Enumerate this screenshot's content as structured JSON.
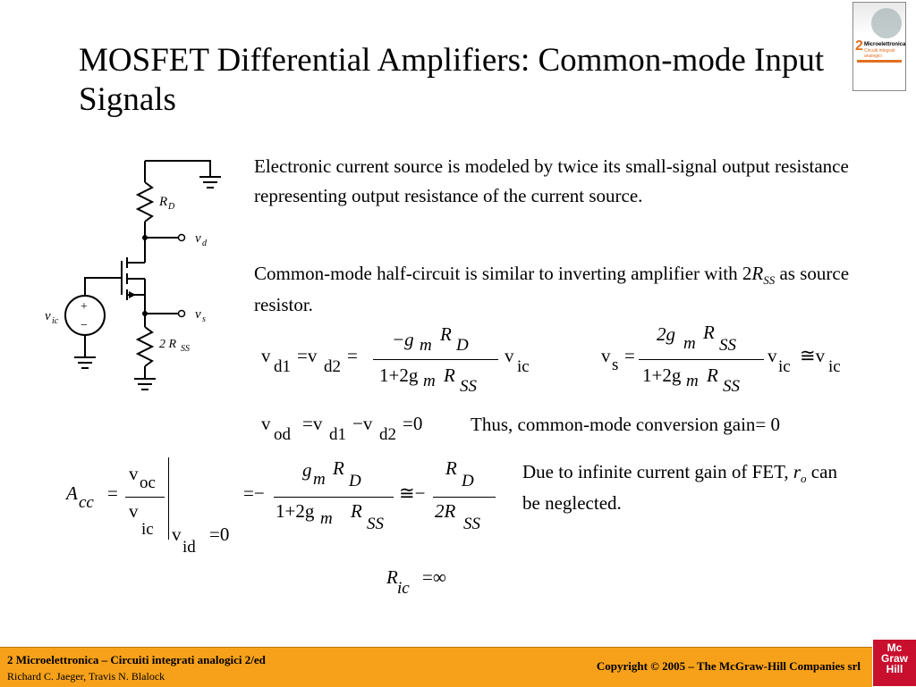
{
  "title": "MOSFET Differential Amplifiers: Common-mode Input Signals",
  "para1": "Electronic current source is modeled  by twice its small-signal output resistance representing output resistance of the current source.",
  "para2_a": "Common-mode half-circuit is similar to inverting amplifier with 2",
  "para2_R": "R",
  "para2_sub": "SS",
  "para2_b": " as source resistor.",
  "circuit": {
    "rd": "R",
    "rd_sub": "D",
    "vd": "v",
    "vd_sub": "d",
    "vs": "v",
    "vs_sub": "s",
    "rss": "2 R",
    "rss_sub": "SS",
    "vic": "v",
    "vic_sub": "ic",
    "plus": "+",
    "minus": "−"
  },
  "equations": {
    "vd_num": "−g",
    "vd_den": "1+2g",
    "vs_num": "2g",
    "vod": "v",
    "vod_sub": "od",
    "vod_rhs": "=v",
    "zero": "=0",
    "acc": "A",
    "acc_sub": "cc",
    "ric": "R",
    "ric_sub": "ic",
    "infinity": "=∞"
  },
  "thus_text": "Thus, common-mode conversion gain= 0",
  "due_a": "Due to infinite current gain of FET, ",
  "due_r": "r",
  "due_sub": "o",
  "due_b": " can be neglected.",
  "footer": {
    "line1": "2 Microelettronica – Circuiti integrati analogici 2/ed",
    "line2": "Richard C. Jaeger, Travis N. Blalock",
    "copyright": "Copyright © 2005 – The McGraw-Hill Companies srl"
  },
  "logo": [
    "Mc",
    "Graw",
    "Hill"
  ],
  "book": {
    "number": "2",
    "title": "Microelettronica",
    "subtitle": "Circuiti integrati analogici"
  }
}
